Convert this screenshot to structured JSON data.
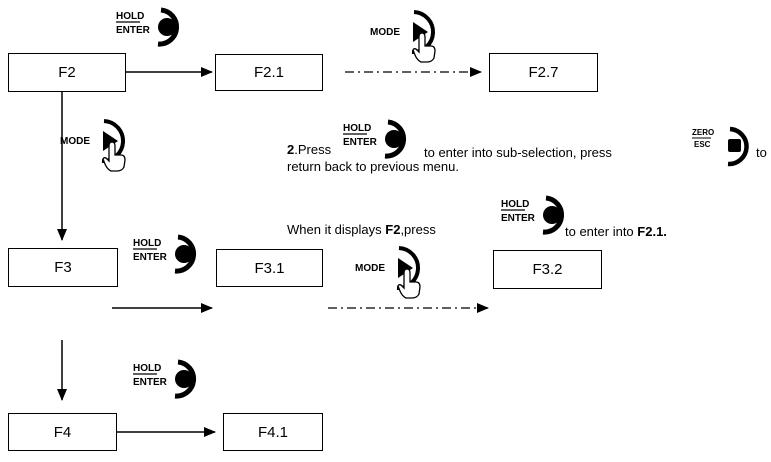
{
  "boxes": {
    "f2": "F2",
    "f2_1": "F2.1",
    "f2_7": "F2.7",
    "f3": "F3",
    "f3_1": "F3.1",
    "f3_2": "F3.2",
    "f4": "F4",
    "f4_1": "F4.1"
  },
  "buttons": {
    "hold": "HOLD",
    "enter": "ENTER",
    "mode": "MODE",
    "zero": "ZERO",
    "esc": "ESC"
  },
  "instructions": {
    "step_number": "2",
    "line1_a": ".Press",
    "line1_b": "to enter into sub-selection, press",
    "line1_c": "to",
    "line2": "return back to previous menu.",
    "line3_a": "When it displays ",
    "line3_f2": "F2",
    "line3_b": ",press",
    "line3_c": "to enter into ",
    "line3_f21": "F2.1",
    "line3_end": "."
  }
}
